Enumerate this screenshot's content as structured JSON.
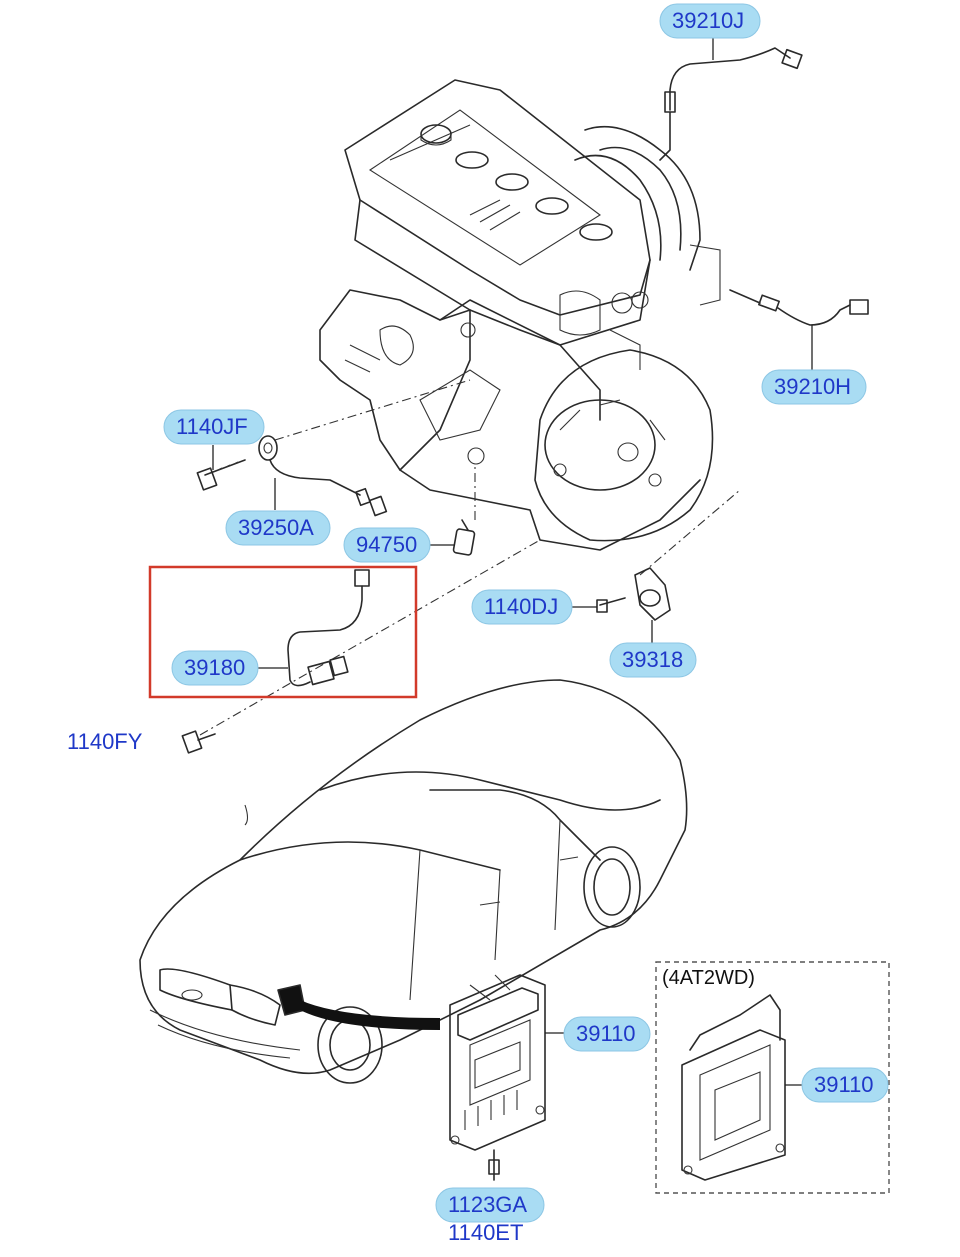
{
  "labels": {
    "p39210J": "39210J",
    "p39210H": "39210H",
    "p1140JF": "1140JF",
    "p39250A": "39250A",
    "p94750": "94750",
    "p1140DJ": "1140DJ",
    "p39318": "39318",
    "p39180": "39180",
    "p1140FY": "1140FY",
    "p39110_main": "39110",
    "p39110_alt": "39110",
    "p1123GA": "1123GA",
    "p1140ET": "1140ET"
  },
  "variant_caption": "(4AT2WD)",
  "colors": {
    "label_fill": "#a9dcf3",
    "label_text": "#1f38c8",
    "highlight": "#d23a2a",
    "line": "#2a2a2a"
  }
}
